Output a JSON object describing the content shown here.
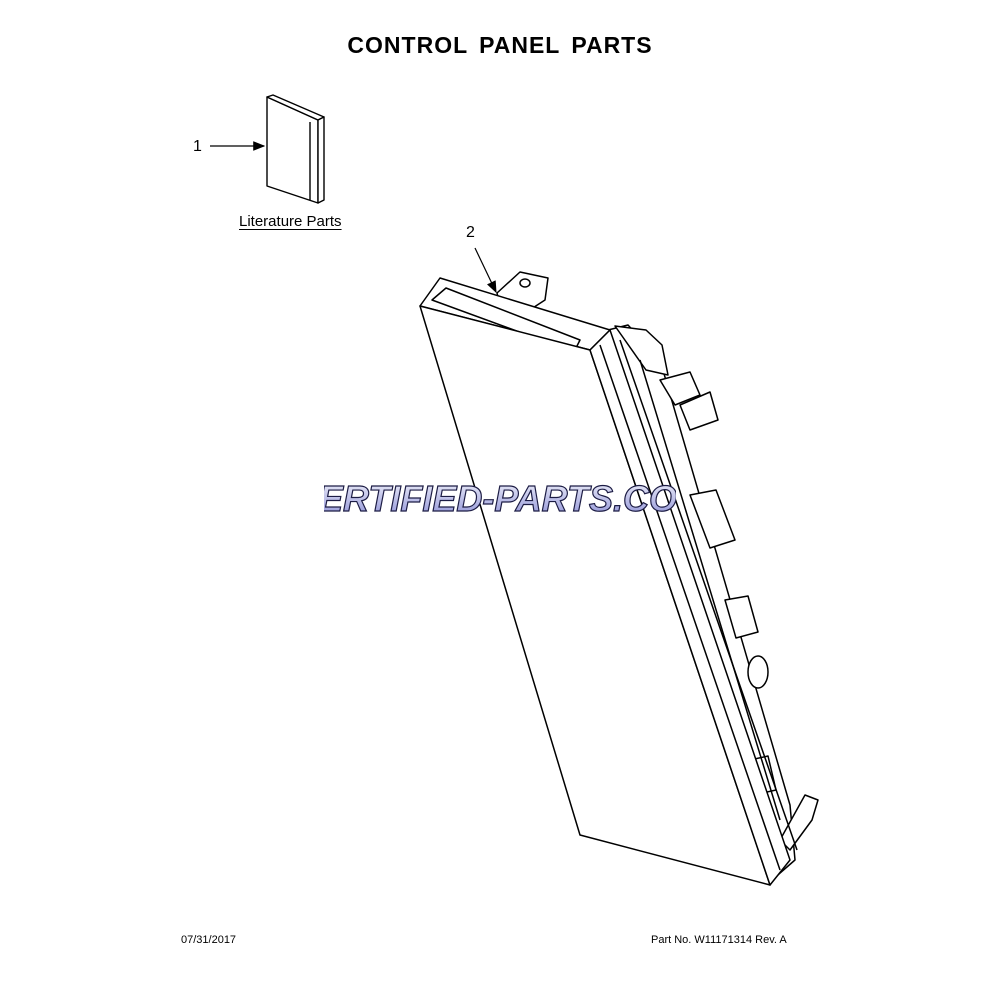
{
  "page": {
    "title": "CONTROL PANEL PARTS",
    "date": "07/31/2017",
    "part_number": "Part No.  W11171314  Rev.  A"
  },
  "callouts": {
    "literature_number": "1",
    "literature_label": "Literature Parts",
    "control_panel_number": "2"
  },
  "watermark": {
    "text": "CERTIFIED-PARTS.COM",
    "colors": {
      "fill_top": "#e9eaf7",
      "fill_bottom": "#8c8fd6",
      "accent": "#e05a6a"
    }
  },
  "icons": {
    "literature": "literature-booklet-icon",
    "control_panel": "control-panel-assembly-icon"
  }
}
